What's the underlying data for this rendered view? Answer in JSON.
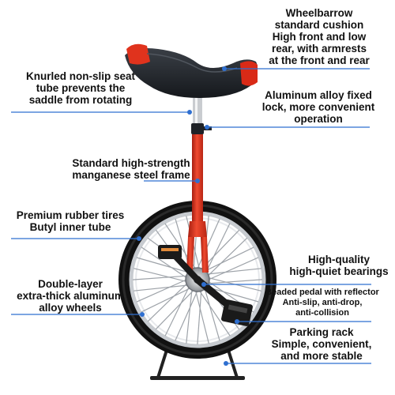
{
  "annotations": [
    {
      "id": "cushion",
      "lines": [
        "Wheelbarrow",
        "standard cushion",
        "High front and low",
        "rear, with armrests",
        "at the front and rear"
      ]
    },
    {
      "id": "seat-tube",
      "lines": [
        "Knurled non-slip seat",
        "tube prevents the",
        "saddle from rotating"
      ]
    },
    {
      "id": "fixed-lock",
      "lines": [
        "Aluminum alloy fixed",
        "lock, more convenient",
        "operation"
      ]
    },
    {
      "id": "frame",
      "lines": [
        "Standard high-strength",
        "manganese steel frame"
      ]
    },
    {
      "id": "tires",
      "lines": [
        "Premium rubber tires",
        "Butyl inner tube"
      ]
    },
    {
      "id": "bearings",
      "lines": [
        "High-quality",
        "high-quiet bearings"
      ]
    },
    {
      "id": "wheels",
      "lines": [
        "Double-layer",
        "extra-thick aluminum",
        "alloy wheels"
      ]
    },
    {
      "id": "pedal",
      "lines": [
        "Beaded pedal with reflector",
        "Anti-slip, anti-drop,",
        "anti-collision"
      ]
    },
    {
      "id": "rack",
      "lines": [
        "Parking rack",
        "Simple, convenient,",
        "and more stable"
      ]
    }
  ],
  "colors": {
    "frame": "#e03a22",
    "frame_shadow": "#a61e10",
    "saddle": "#1c1f24",
    "tire": "#111111",
    "rim": "#dcdfe3",
    "leader_line": "#2f6fd0",
    "text": "#111111"
  },
  "icons": [
    "unicycle-illustration"
  ]
}
